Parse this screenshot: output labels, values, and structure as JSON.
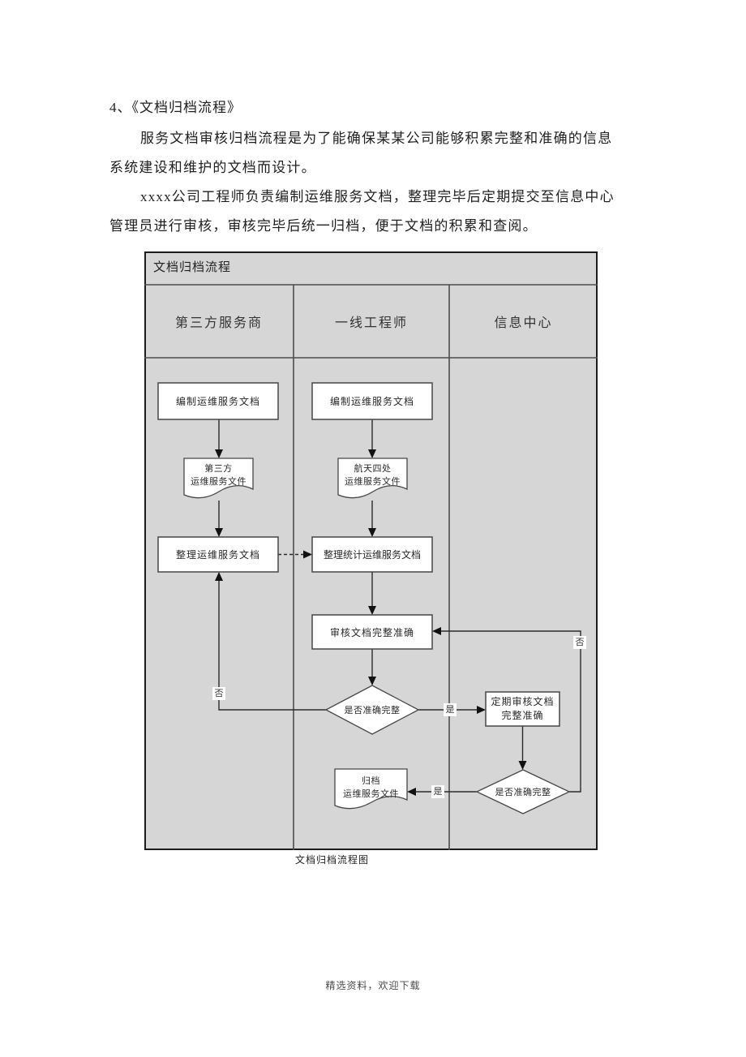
{
  "document": {
    "heading": "4、《文档归档流程》",
    "body_lines": [
      "服务文档审核归档流程是为了能确保某某公司能够积累完整和准确的信息",
      "系统建设和维护的文档而设计。",
      "xxxx公司工程师负责编制运维服务文档，整理完毕后定期提交至信息中心",
      "管理员进行审核，审核完毕后统一归档，便于文档的积累和查阅。"
    ],
    "caption": "文档归档流程图",
    "footer": "精选资料，欢迎下载"
  },
  "flowchart": {
    "title": "文档归档流程",
    "columns": [
      {
        "label": "第三方服务商"
      },
      {
        "label": "一线工程师"
      },
      {
        "label": "信息中心"
      }
    ],
    "nodes": {
      "vendor_compile": {
        "label": "编制运维服务文档"
      },
      "vendor_file": {
        "line1": "第三方",
        "line2": "运维服务文件"
      },
      "vendor_organize": {
        "label": "整理运维服务文档"
      },
      "engineer_compile": {
        "label": "编制运维服务文档"
      },
      "engineer_file": {
        "line1": "航天四处",
        "line2": "运维服务文件"
      },
      "engineer_organize": {
        "label": "整理统计运维服务文档"
      },
      "engineer_review": {
        "label": "审核文档完整准确"
      },
      "engineer_decision": {
        "label": "是否准确完整"
      },
      "center_review": {
        "line1": "定期审核文档",
        "line2": "完整准确"
      },
      "center_decision": {
        "label": "是否准确完整"
      },
      "archive_file": {
        "line1": "归档",
        "line2": "运维服务文件"
      }
    },
    "edge_labels": {
      "engineer_no": "否",
      "engineer_yes": "是",
      "center_yes": "是",
      "center_no": "否"
    },
    "colors": {
      "lane_background": "#d6d6d6",
      "node_fill": "#ffffff",
      "line": "#2b2b2b"
    }
  }
}
